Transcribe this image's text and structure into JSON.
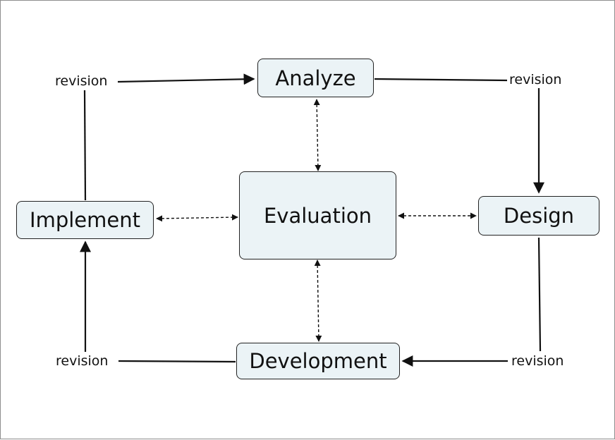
{
  "nodes": {
    "analyze": "Analyze",
    "design": "Design",
    "implement": "Implement",
    "development": "Development",
    "evaluation": "Evaluation"
  },
  "link_labels": {
    "top_left": "revision",
    "top_right": "revision",
    "bottom_left": "revision",
    "bottom_right": "revision"
  },
  "colors": {
    "node_fill": "#ebf3f6",
    "node_border": "#222222",
    "line": "#111111",
    "frame": "#8e8e8e"
  }
}
